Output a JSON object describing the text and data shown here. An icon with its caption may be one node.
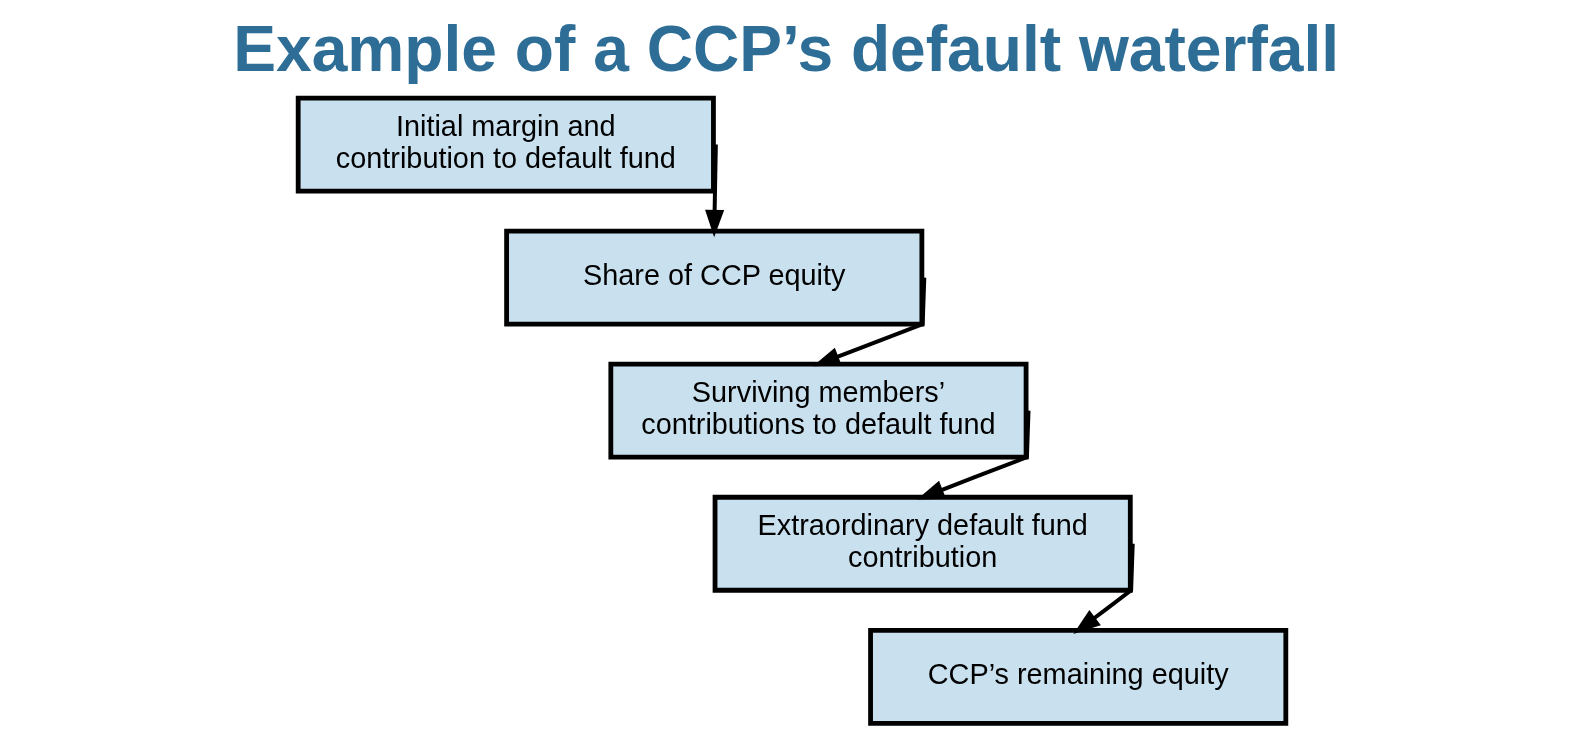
{
  "diagram": {
    "title": "Example of a CCP’s default waterfall",
    "nodes": [
      {
        "text": [
          "Initial margin and contribution to default fund"
        ]
      },
      {
        "text": [
          "Share of CCP equity"
        ]
      },
      {
        "text": [
          "Surviving members’ contributions to default fund"
        ]
      },
      {
        "text": [
          "Extraordinary default fund contribution"
        ]
      },
      {
        "text": [
          "CCP’s remaining equity"
        ]
      }
    ],
    "edges": [
      {
        "from": 0,
        "to": 1,
        "arrow": "to"
      },
      {
        "from": 1,
        "to": 2,
        "arrow": "to"
      },
      {
        "from": 2,
        "to": 3,
        "arrow": "to"
      },
      {
        "from": 3,
        "to": 4,
        "arrow": "to"
      }
    ]
  }
}
